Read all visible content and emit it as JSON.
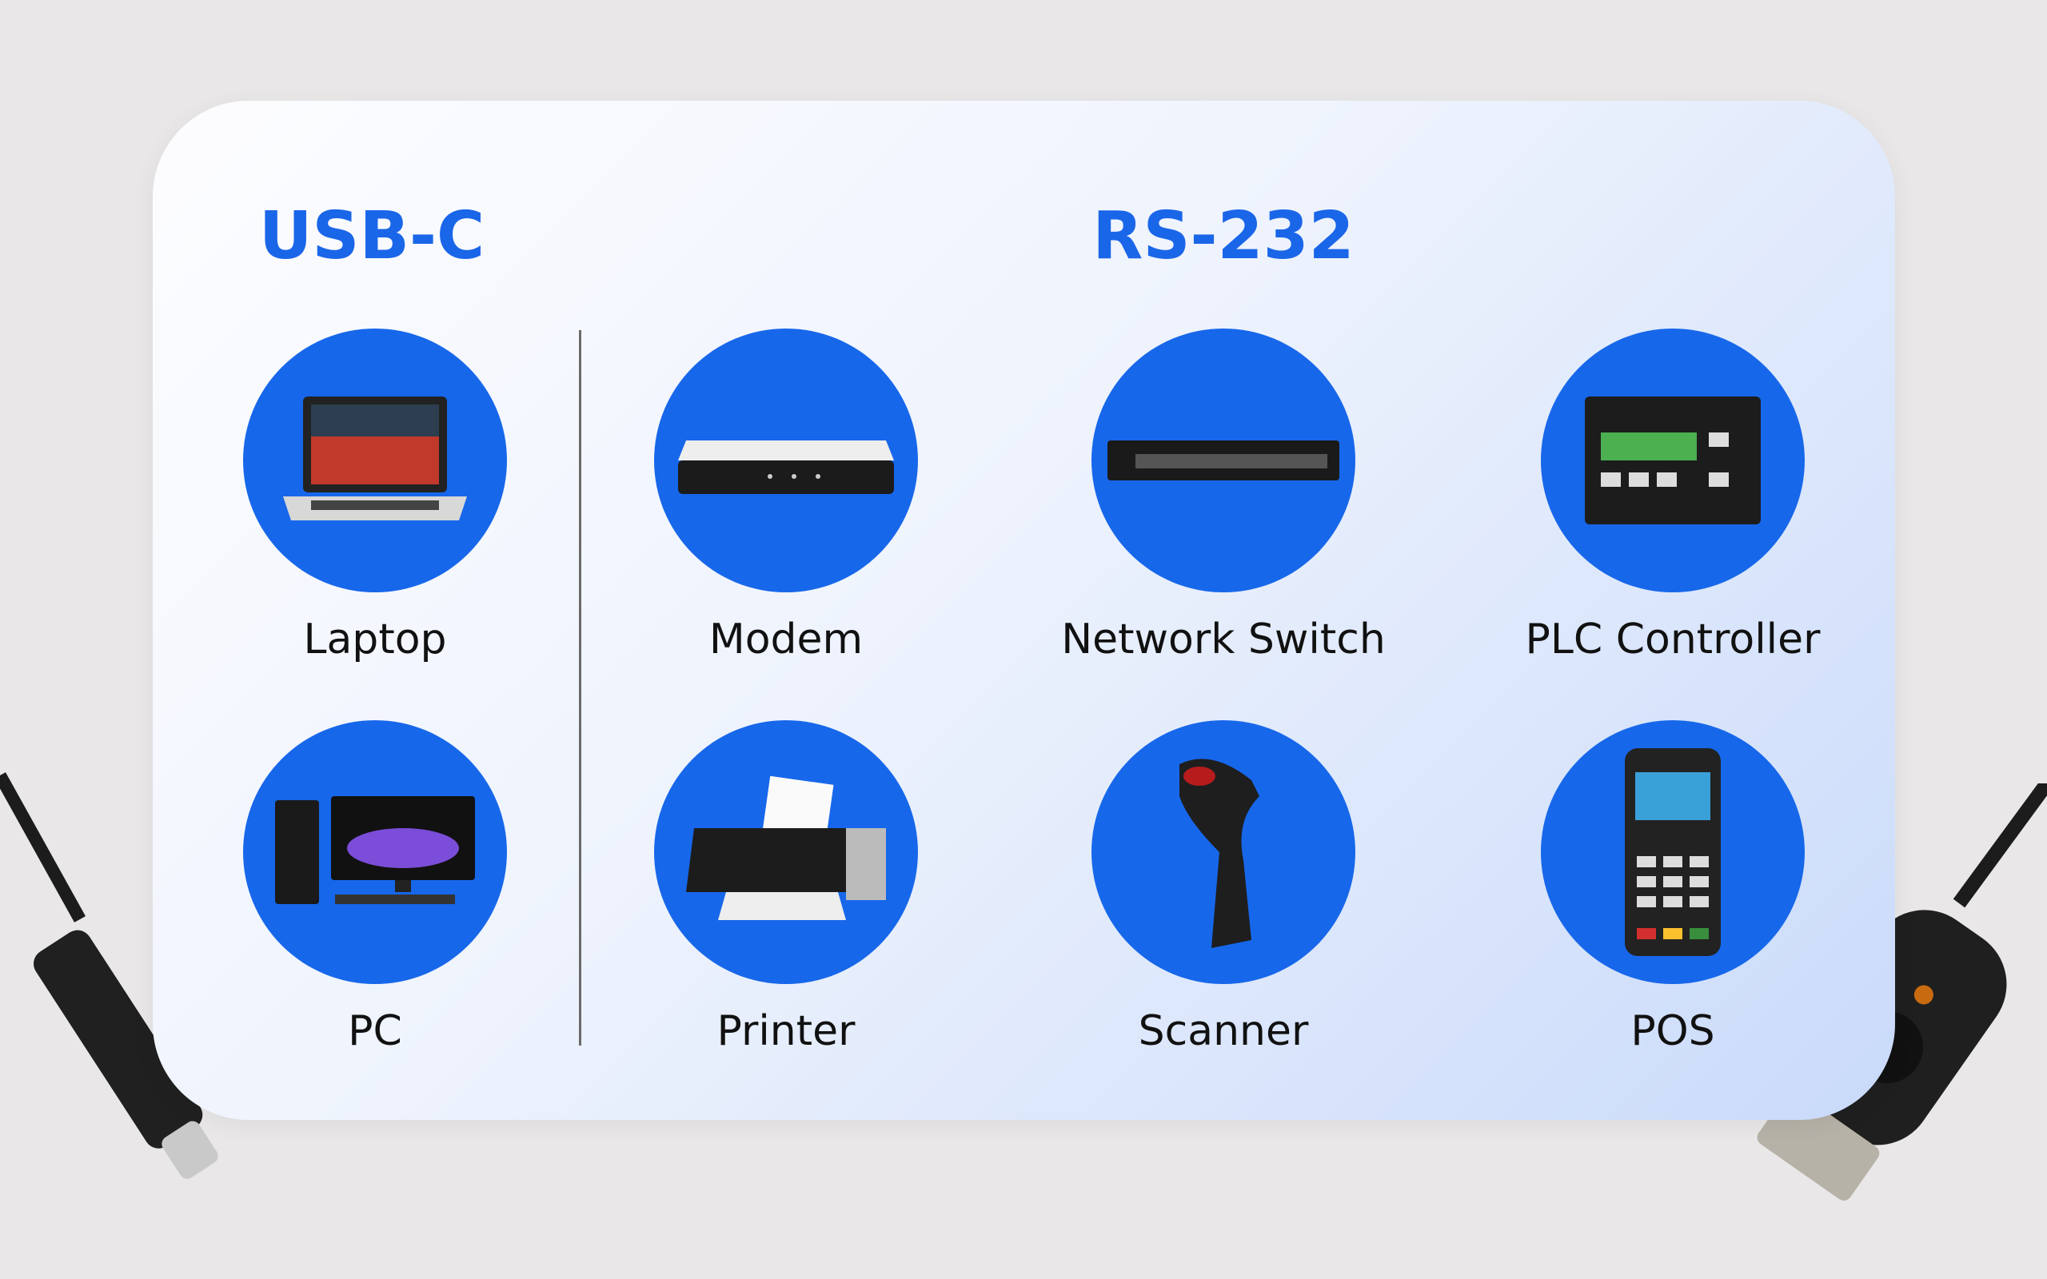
{
  "sections": {
    "usbc": "USB-C",
    "rs232": "RS-232"
  },
  "devices": [
    {
      "label": "Laptop",
      "icon": "laptop-icon"
    },
    {
      "label": "PC",
      "icon": "desktop-pc-icon"
    },
    {
      "label": "Modem",
      "icon": "modem-icon"
    },
    {
      "label": "Network Switch",
      "icon": "network-switch-icon"
    },
    {
      "label": "PLC Controller",
      "icon": "plc-controller-icon"
    },
    {
      "label": "Printer",
      "icon": "printer-icon"
    },
    {
      "label": "Scanner",
      "icon": "barcode-scanner-icon"
    },
    {
      "label": "POS",
      "icon": "pos-terminal-icon"
    }
  ],
  "colors": {
    "accent": "#1a66e8",
    "circle": "#1767ea"
  }
}
